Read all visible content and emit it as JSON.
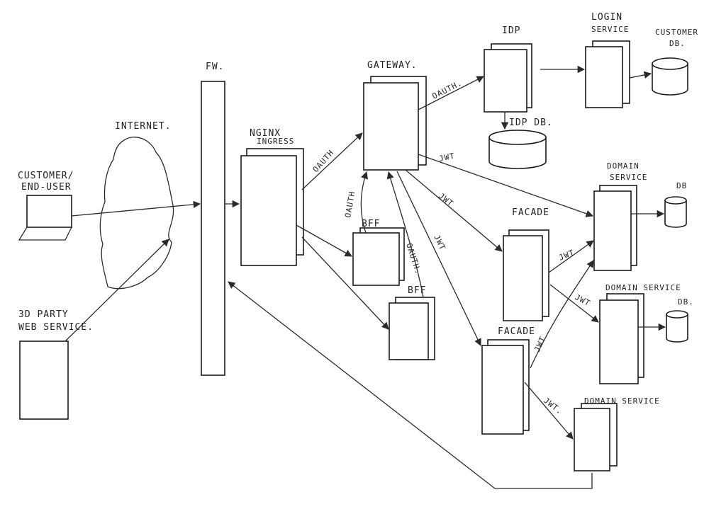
{
  "diagram": {
    "labels": {
      "customer": "CUSTOMER/",
      "end_user": "END-USER",
      "internet": "INTERNET.",
      "third_party_1": "3D PARTY",
      "third_party_2": "WEB SERVICE.",
      "fw": "FW.",
      "nginx": "NGINX",
      "ingress": "INGRESS",
      "gateway": "GATEWAY.",
      "bff_1": "BFF",
      "bff_2": "BFF",
      "idp": "IDP",
      "idp_db": "IDP DB.",
      "login_service_1": "LOGIN",
      "login_service_2": "SERVICE",
      "customer_db_1": "CUSTOMER",
      "customer_db_2": "DB.",
      "facade_1": "FACADE",
      "facade_2": "FACADE",
      "domain_service_1a": "DOMAIN",
      "domain_service_1b": "SERVICE",
      "domain_service_2": "DOMAIN SERVICE",
      "domain_service_3": "DOMAIN SERVICE",
      "db_1": "DB",
      "db_2": "DB."
    },
    "edge_labels": {
      "nginx_gateway": "OAUTH",
      "gateway_idp": "OAUTH.",
      "bff_gateway": "OAUTH",
      "bff2_gateway": "OAUTH.",
      "gateway_domain": "JWT",
      "gateway_facade1": "JWT",
      "gateway_facade2": "JWT",
      "facade1_domain1": "JWT",
      "facade1_domain2": "JWT",
      "facade2_domain1": "JWT",
      "facade2_domain3": "JWT."
    }
  }
}
